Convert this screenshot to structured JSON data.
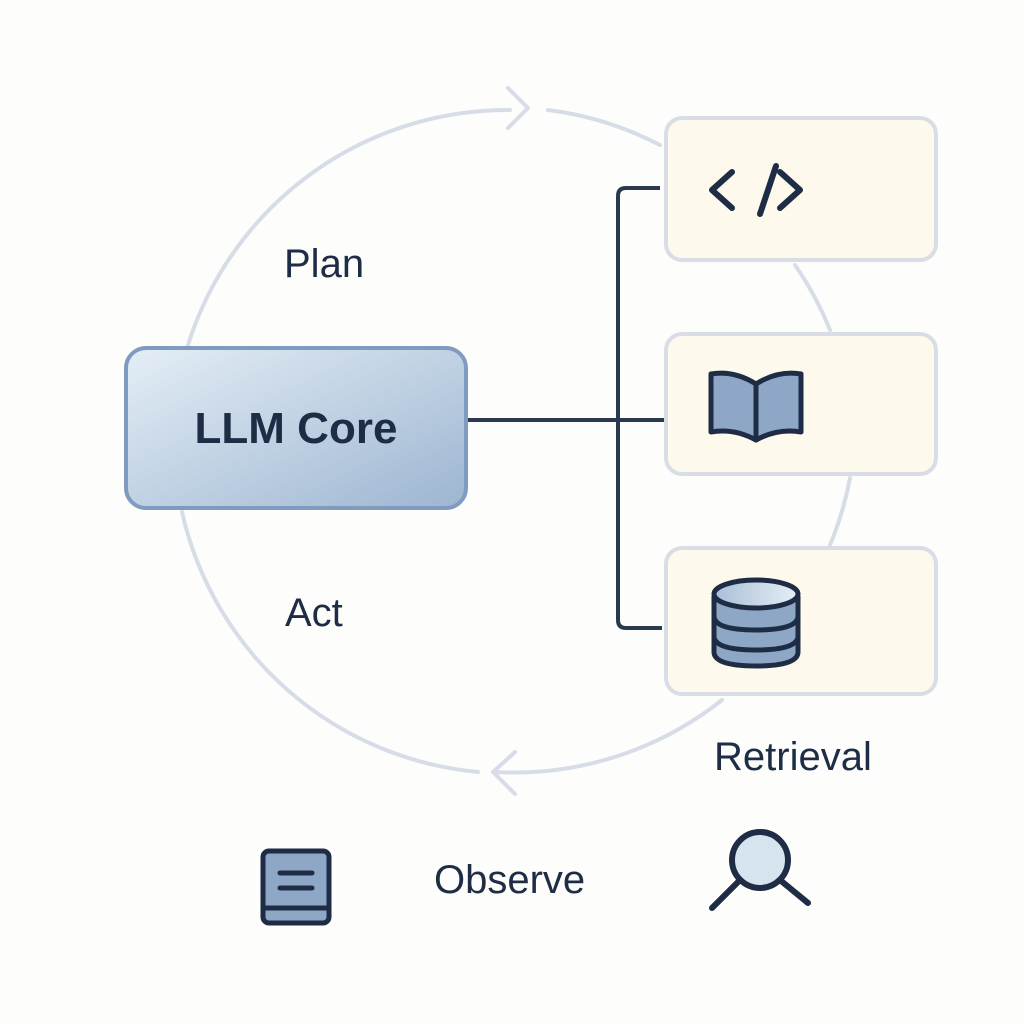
{
  "core": {
    "label": "LLM Core"
  },
  "cycle": {
    "plan_label": "Plan",
    "act_label": "Act",
    "observe_label": "Observe"
  },
  "tools": [
    {
      "name": "code-tool",
      "icon": "code-icon"
    },
    {
      "name": "docs-tool",
      "icon": "open-book-icon"
    },
    {
      "name": "retrieval-tool",
      "icon": "database-icon",
      "label": "Retrieval"
    }
  ],
  "bottom_icons": [
    "notebook-icon",
    "magnifier-icon"
  ],
  "colors": {
    "background": "#fdfdfc",
    "cycle_stroke": "#d7dde6",
    "core_fill_light": "#e0ebf4",
    "core_fill_dark": "#9fb7d2",
    "core_border": "#7f9bc0",
    "tool_fill": "#fdf9ec",
    "tool_border": "#d9dee6",
    "ink": "#1e2d45",
    "icon_fill": "#8ea7c6"
  }
}
